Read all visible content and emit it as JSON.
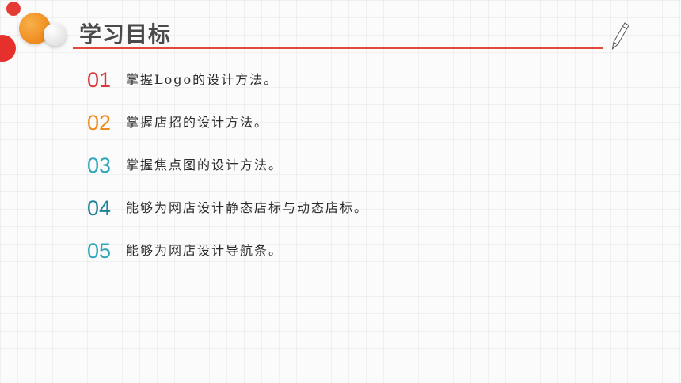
{
  "title": "学习目标",
  "colors": {
    "accent_red": "#e53b35",
    "accent_orange": "#ef8a1c",
    "title_underline": "#e2473d",
    "title_text": "#4a4a4a",
    "body_text": "#2b2b2b"
  },
  "decorations": {
    "top_left": "overlapping-circles",
    "top_right": "pencil-icon"
  },
  "goals": [
    {
      "number": "01",
      "text": "掌握Logo的设计方法。",
      "color": "#d8383a"
    },
    {
      "number": "02",
      "text": "掌握店招的设计方法。",
      "color": "#ee8a1c"
    },
    {
      "number": "03",
      "text": "掌握焦点图的设计方法。",
      "color": "#2fa6b8"
    },
    {
      "number": "04",
      "text": "能够为网店设计静态店标与动态店标。",
      "color": "#1f8299"
    },
    {
      "number": "05",
      "text": "能够为网店设计导航条。",
      "color": "#2fa6b8"
    }
  ]
}
